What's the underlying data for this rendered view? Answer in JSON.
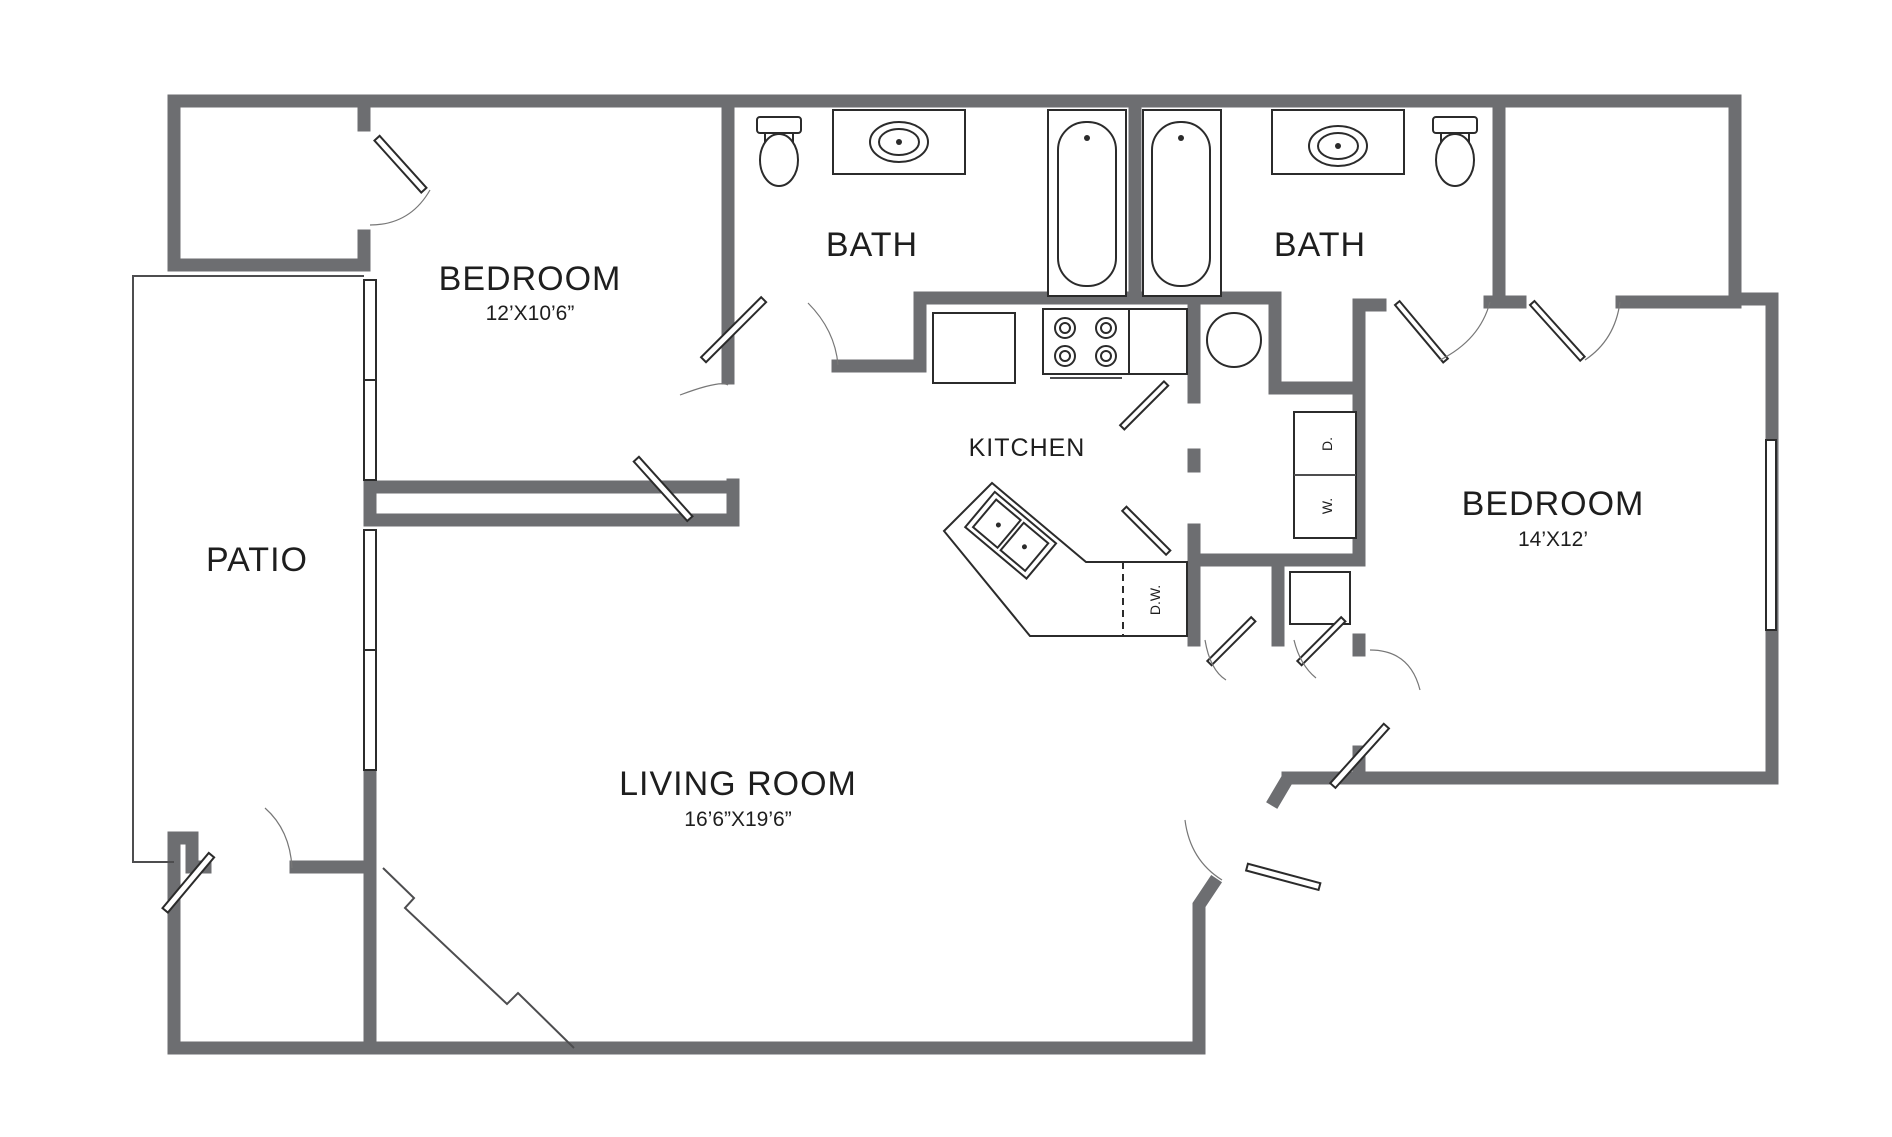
{
  "colors": {
    "wall": "#6d6e71",
    "fixture_stroke": "#2b2b2b",
    "background": "#ffffff",
    "text": "#1e1e1e"
  },
  "rooms": {
    "bedroom_left": {
      "name": "BEDROOM",
      "size": "12’X10’6”"
    },
    "bath_left": {
      "name": "BATH"
    },
    "bath_right": {
      "name": "BATH"
    },
    "kitchen": {
      "name": "KITCHEN"
    },
    "bedroom_right": {
      "name": "BEDROOM",
      "size": "14’X12’"
    },
    "patio": {
      "name": "PATIO"
    },
    "living_room": {
      "name": "LIVING ROOM",
      "size": "16’6”X19’6”"
    }
  },
  "appliances": {
    "washer": "W.",
    "dryer": "D.",
    "dishwasher": "D.W."
  },
  "icons": [
    "toilet-icon",
    "sink-icon",
    "bathtub-icon",
    "stove-icon",
    "refrigerator-icon",
    "water-heater-icon",
    "kitchen-sink-icon",
    "door-icon",
    "window-icon"
  ]
}
